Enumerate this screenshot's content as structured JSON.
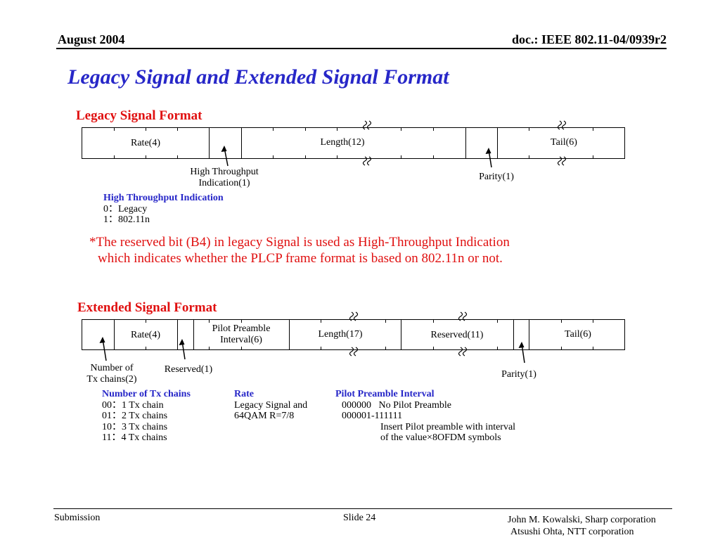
{
  "header": {
    "date": "August  2004",
    "doc": "doc.: IEEE 802.11-04/0939r2"
  },
  "title": "Legacy Signal and Extended Signal Format",
  "legacy": {
    "heading": "Legacy Signal Format",
    "fields": {
      "rate": "Rate(4)",
      "length": "Length(12)",
      "tail": "Tail(6)"
    },
    "ht_label_line1": "High Throughput",
    "ht_label_line2": "Indication(1)",
    "parity_label": "Parity(1)",
    "ht_def": {
      "title": "High Throughput Indication",
      "line0": "0：Legacy",
      "line1": "1：802.11n"
    }
  },
  "note": {
    "line1": "*The reserved bit (B4) in legacy Signal is used as High-Throughput Indication",
    "line2": "which indicates whether the PLCP frame format is based on 802.11n or not."
  },
  "extended": {
    "heading": "Extended Signal Format",
    "fields": {
      "rate": "Rate(4)",
      "pilot_line1": "Pilot Preamble",
      "pilot_line2": "Interval(6)",
      "length": "Length(17)",
      "reserved": "Reserved(11)",
      "tail": "Tail(6)"
    },
    "ntx_label_line1": "Number of",
    "ntx_label_line2": "Tx chains(2)",
    "reserved1_label": "Reserved(1)",
    "parity_label": "Parity(1)",
    "defs": {
      "ntx": {
        "title": "Number of Tx chains",
        "rows": [
          "00：1 Tx chain",
          "01：2 Tx chains",
          "10：3 Tx chains",
          "11：4 Tx chains"
        ]
      },
      "rate": {
        "title": "Rate",
        "rows": [
          "Legacy Signal and",
          "64QAM R=7/8"
        ]
      },
      "pilot": {
        "title": "Pilot Preamble Interval",
        "row1": "000000   No Pilot Preamble",
        "row2": "000001-111111",
        "row3": "Insert Pilot preamble with interval",
        "row4": "of the value×8OFDM symbols"
      }
    }
  },
  "footer": {
    "submission": "Submission",
    "slide": "Slide 24",
    "author1": "John M. Kowalski, Sharp corporation",
    "author2": "Atsushi Ohta, NTT corporation"
  }
}
